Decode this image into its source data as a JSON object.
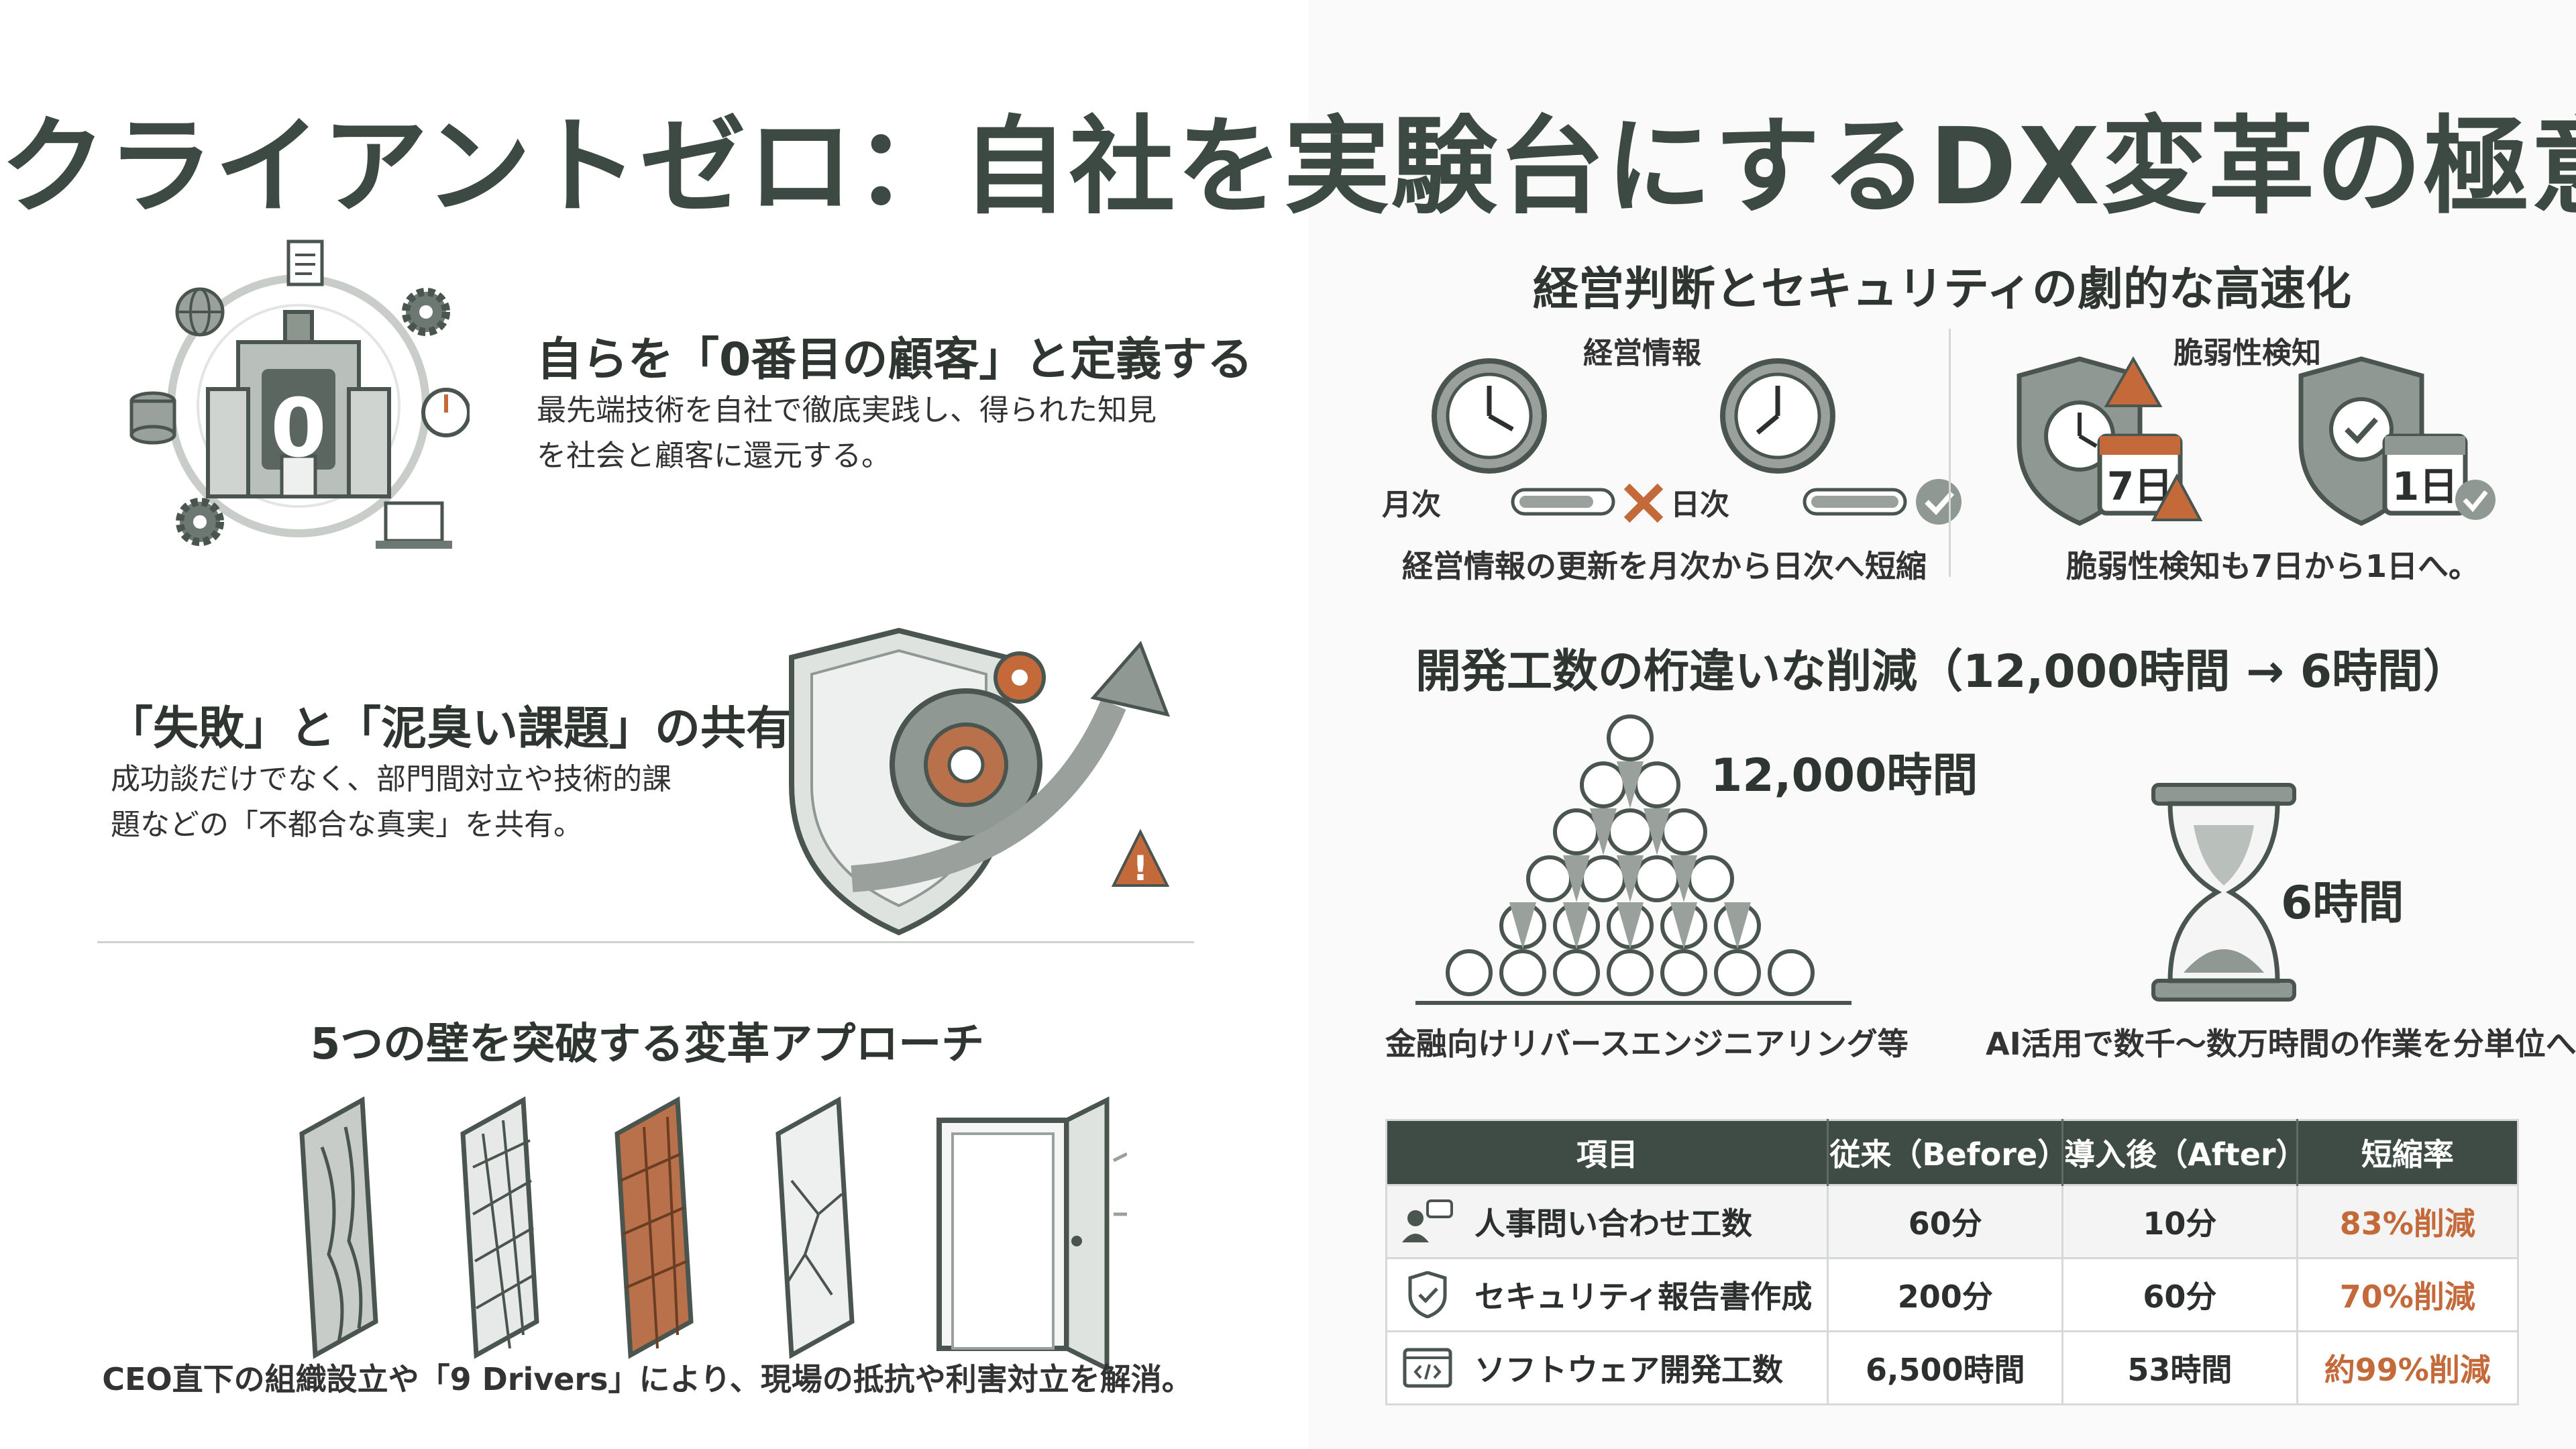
{
  "title": "クライアントゼロ：自社を実験台にするDX変革の極意",
  "left": {
    "sec1": {
      "heading": "自らを「0番目の顧客」と定義する",
      "body_line1": "最先端技術を自社で徹底実践し、得られた知見",
      "body_line2": "を社会と顧客に還元する。",
      "building_label": "0"
    },
    "sec2": {
      "heading": "「失敗」と「泥臭い課題」の共有",
      "body_line1": "成功談だけでなく、部門間対立や技術的課",
      "body_line2": "題などの「不都合な真実」を共有。"
    },
    "sec3": {
      "heading": "5つの壁を突破する変革アプローチ",
      "caption": "CEO直下の組織設立や「9 Drivers」により、現場の抵抗や利害対立を解消。"
    }
  },
  "right": {
    "speed": {
      "heading": "経営判断とセキュリティの劇的な高速化",
      "mgmt_label": "経営情報",
      "monthly": "月次",
      "daily": "日次",
      "mgmt_caption": "経営情報の更新を月次から日次へ短縮",
      "vuln_label": "脆弱性検知",
      "day7": "7日",
      "day1": "1日",
      "vuln_caption": "脆弱性検知も7日から1日へ。"
    },
    "dev": {
      "heading": "開発工数の桁違いな削減（12,000時間 → 6時間）",
      "before_value": "12,000時間",
      "after_value": "6時間",
      "before_caption": "金融向けリバースエンジニアリング等",
      "after_caption": "AI活用で数千〜数万時間の作業を分単位へ"
    },
    "table": {
      "headers": [
        "項目",
        "従来（Before）",
        "導入後（After）",
        "短縮率"
      ],
      "rows": [
        {
          "item": "人事問い合わせ工数",
          "icon": "people-chat-icon",
          "before": "60分",
          "after": "10分",
          "rate": "83%削減"
        },
        {
          "item": "セキュリティ報告書作成",
          "icon": "shield-check-icon",
          "before": "200分",
          "after": "60分",
          "rate": "70%削減"
        },
        {
          "item": "ソフトウェア開発工数",
          "icon": "code-window-icon",
          "before": "6,500時間",
          "after": "53時間",
          "rate": "約99%削減"
        }
      ]
    }
  },
  "colors": {
    "accent": "#c46a3a",
    "dark": "#3f4c45",
    "grey": "#8f9892",
    "light": "#d8dcd9"
  }
}
